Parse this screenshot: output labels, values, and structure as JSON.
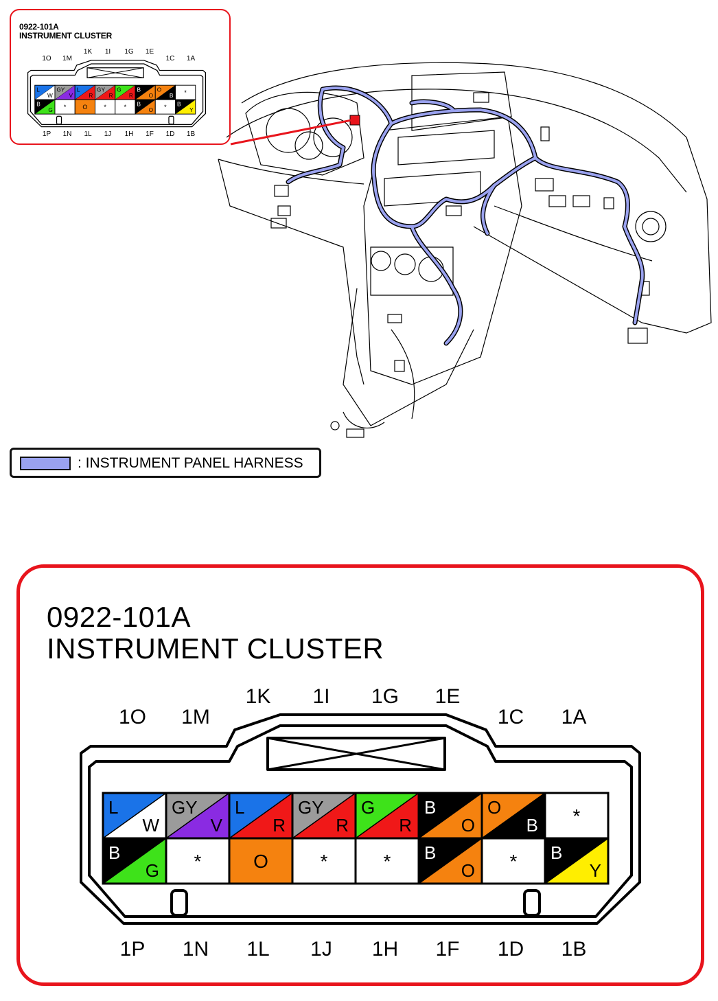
{
  "connector": {
    "code": "0922-101A",
    "name": "INSTRUMENT CLUSTER",
    "top_pin_labels_outer": [
      "1O",
      "1M",
      "1C",
      "1A"
    ],
    "top_pin_labels_inner": [
      "1K",
      "1I",
      "1G",
      "1E"
    ],
    "bottom_pin_labels": [
      "1P",
      "1N",
      "1L",
      "1J",
      "1H",
      "1F",
      "1D",
      "1B"
    ],
    "row1": [
      {
        "main": "L",
        "main_color": "#1a73e8",
        "stripe": "W",
        "stripe_color": "#ffffff"
      },
      {
        "main": "GY",
        "main_color": "#9b9b9b",
        "stripe": "V",
        "stripe_color": "#8a2be2"
      },
      {
        "main": "L",
        "main_color": "#1a73e8",
        "stripe": "R",
        "stripe_color": "#f01818"
      },
      {
        "main": "GY",
        "main_color": "#9b9b9b",
        "stripe": "R",
        "stripe_color": "#f01818"
      },
      {
        "main": "G",
        "main_color": "#3ee21a",
        "stripe": "R",
        "stripe_color": "#f01818"
      },
      {
        "main": "B",
        "main_color": "#000000",
        "stripe": "O",
        "stripe_color": "#f5820f"
      },
      {
        "main": "O",
        "main_color": "#f5820f",
        "stripe": "B",
        "stripe_color": "#000000"
      },
      {
        "main": "*",
        "main_color": "#ffffff",
        "stripe": "",
        "stripe_color": ""
      }
    ],
    "row2": [
      {
        "main": "B",
        "main_color": "#000000",
        "stripe": "G",
        "stripe_color": "#3ee21a"
      },
      {
        "main": "*",
        "main_color": "#ffffff",
        "stripe": "",
        "stripe_color": ""
      },
      {
        "main": "O",
        "main_color": "#f5820f",
        "stripe": "",
        "stripe_color": ""
      },
      {
        "main": "*",
        "main_color": "#ffffff",
        "stripe": "",
        "stripe_color": ""
      },
      {
        "main": "*",
        "main_color": "#ffffff",
        "stripe": "",
        "stripe_color": ""
      },
      {
        "main": "B",
        "main_color": "#000000",
        "stripe": "O",
        "stripe_color": "#f5820f"
      },
      {
        "main": "*",
        "main_color": "#ffffff",
        "stripe": "",
        "stripe_color": ""
      },
      {
        "main": "B",
        "main_color": "#000000",
        "stripe": "Y",
        "stripe_color": "#ffee00"
      }
    ]
  },
  "legend": {
    "text": ": INSTRUMENT PANEL HARNESS",
    "color": "#9aa2ef"
  },
  "colors": {
    "frame_red": "#e8141c",
    "harness_blue": "#9aa2ef"
  }
}
